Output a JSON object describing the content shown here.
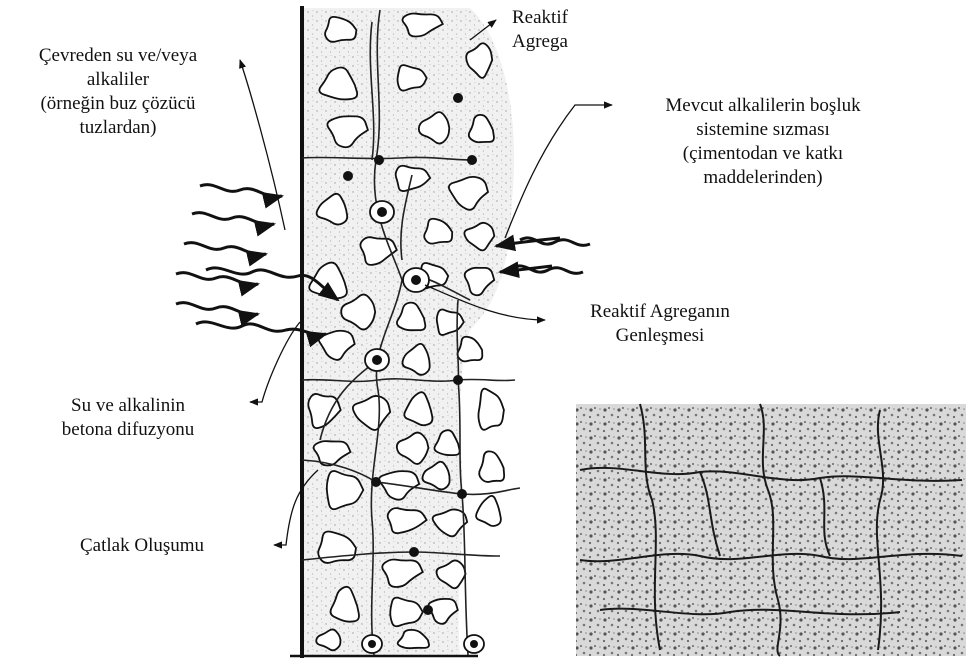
{
  "diagram": {
    "labels": {
      "reactive_aggregate": [
        "Reaktif",
        "Agrega"
      ],
      "environment_water": [
        "Çevreden su ve/veya",
        "alkaliler",
        "(örneğin buz çözücü",
        "tuzlardan)"
      ],
      "existing_alkali": [
        "Mevcut alkalilerin boşluk",
        "sistemine sızması",
        "(çimentodan ve katkı",
        "maddelerinden)"
      ],
      "expansion": [
        "Reaktif Agreganın",
        "Genleşmesi"
      ],
      "diffusion": [
        "Su ve alkalinin",
        "betona difuzyonu"
      ],
      "cracking": [
        "Çatlak Oluşumu"
      ]
    },
    "photo": {
      "subject": "cracked concrete surface"
    }
  },
  "colors": {
    "ink": "#111111",
    "paper": "#ffffff",
    "concrete_fill": "#ececec"
  }
}
